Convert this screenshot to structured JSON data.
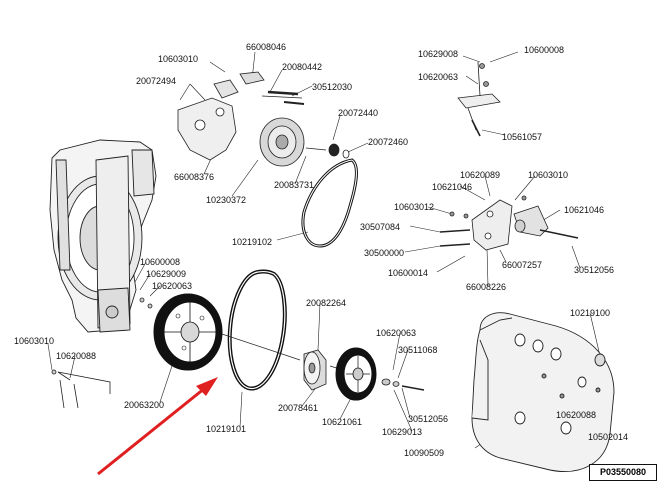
{
  "diagram": {
    "reference": "P03550080",
    "accent_color": "#e02020",
    "parts": [
      {
        "id": "p10603010a",
        "label": "10603010"
      },
      {
        "id": "p66008046",
        "label": "66008046"
      },
      {
        "id": "p20080442",
        "label": "20080442"
      },
      {
        "id": "p20072494",
        "label": "20072494"
      },
      {
        "id": "p30512030",
        "label": "30512030"
      },
      {
        "id": "p20072440",
        "label": "20072440"
      },
      {
        "id": "p20072460",
        "label": "20072460"
      },
      {
        "id": "p66008376",
        "label": "66008376"
      },
      {
        "id": "p10230372",
        "label": "10230372"
      },
      {
        "id": "p20083731",
        "label": "20083731"
      },
      {
        "id": "p10219102",
        "label": "10219102"
      },
      {
        "id": "p10629008",
        "label": "10629008"
      },
      {
        "id": "p10600008a",
        "label": "10600008"
      },
      {
        "id": "p10620063a",
        "label": "10620063"
      },
      {
        "id": "p10561057",
        "label": "10561057"
      },
      {
        "id": "p10620089",
        "label": "10620089"
      },
      {
        "id": "p10603010b",
        "label": "10603010"
      },
      {
        "id": "p10621046a",
        "label": "10621046"
      },
      {
        "id": "p10603012",
        "label": "10603012"
      },
      {
        "id": "p10621046b",
        "label": "10621046"
      },
      {
        "id": "p30507084",
        "label": "30507084"
      },
      {
        "id": "p30500000",
        "label": "30500000"
      },
      {
        "id": "p66007257",
        "label": "66007257"
      },
      {
        "id": "p10600014",
        "label": "10600014"
      },
      {
        "id": "p30512056a",
        "label": "30512056"
      },
      {
        "id": "p66008226",
        "label": "66008226"
      },
      {
        "id": "p10600008b",
        "label": "10600008"
      },
      {
        "id": "p10629009",
        "label": "10629009"
      },
      {
        "id": "p10620063b",
        "label": "10620063"
      },
      {
        "id": "p20082264",
        "label": "20082264"
      },
      {
        "id": "p10219100",
        "label": "10219100"
      },
      {
        "id": "p10603010c",
        "label": "10603010"
      },
      {
        "id": "p10620088a",
        "label": "10620088"
      },
      {
        "id": "p10620063c",
        "label": "10620063"
      },
      {
        "id": "p30511068",
        "label": "30511068"
      },
      {
        "id": "p20063200",
        "label": "20063200"
      },
      {
        "id": "p20078461",
        "label": "20078461"
      },
      {
        "id": "p10219101",
        "label": "10219101"
      },
      {
        "id": "p10621061",
        "label": "10621061"
      },
      {
        "id": "p30512056b",
        "label": "30512056"
      },
      {
        "id": "p10629013",
        "label": "10629013"
      },
      {
        "id": "p10620088b",
        "label": "10620088"
      },
      {
        "id": "p10502014",
        "label": "10502014"
      },
      {
        "id": "p10090509",
        "label": "10090509"
      }
    ]
  }
}
